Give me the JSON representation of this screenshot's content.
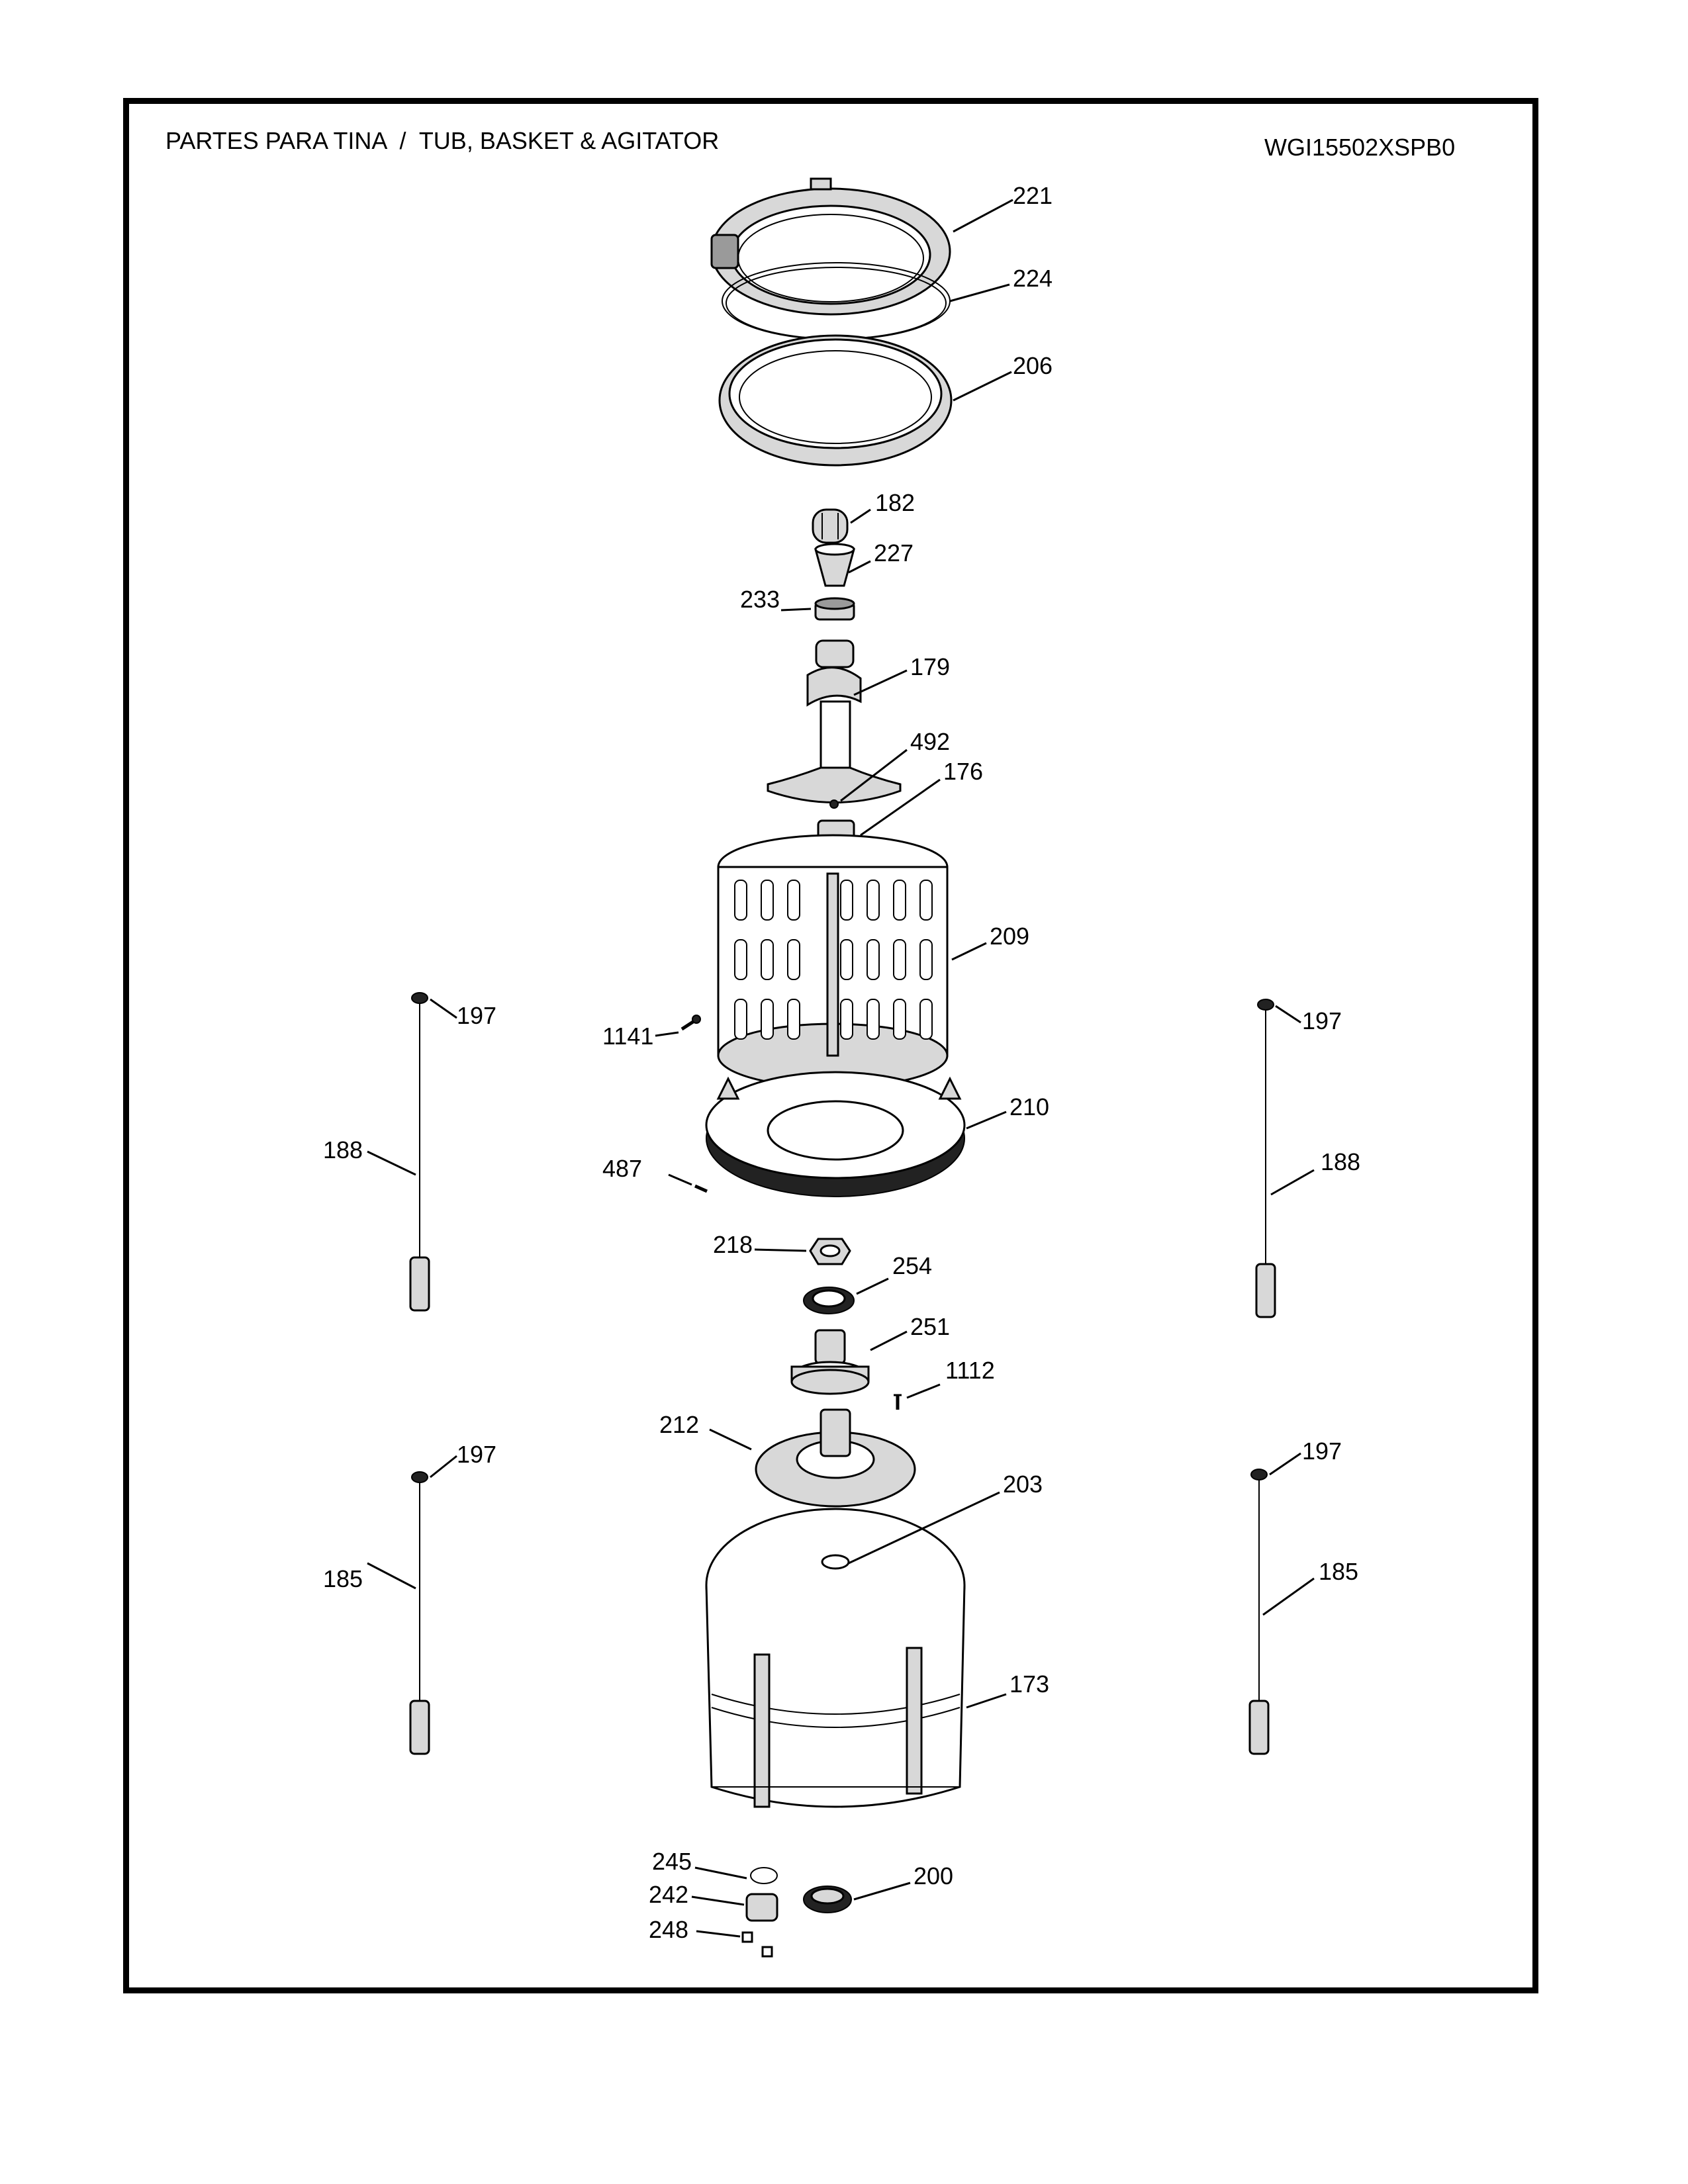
{
  "header": {
    "title": "PARTES PARA TINA  /  TUB, BASKET & AGITATOR",
    "model": "WGI15502XSPB0"
  },
  "callouts": {
    "c221": "221",
    "c224": "224",
    "c206": "206",
    "c182": "182",
    "c227": "227",
    "c233": "233",
    "c179": "179",
    "c492": "492",
    "c176": "176",
    "c209": "209",
    "c1141": "1141",
    "c210": "210",
    "c487": "487",
    "c218": "218",
    "c254": "254",
    "c251": "251",
    "c1112": "1112",
    "c212": "212",
    "c203": "203",
    "c173": "173",
    "c245": "245",
    "c242": "242",
    "c248": "248",
    "c200": "200",
    "c197a": "197",
    "c197b": "197",
    "c197c": "197",
    "c197d": "197",
    "c188a": "188",
    "c188b": "188",
    "c185a": "185",
    "c185b": "185"
  }
}
